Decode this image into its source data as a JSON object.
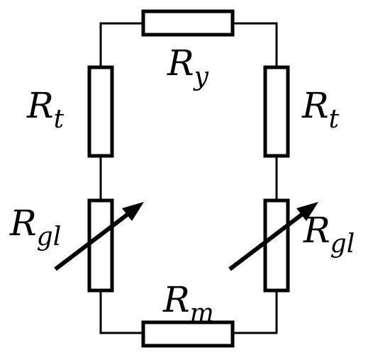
{
  "diagram": {
    "type": "resistor-bridge-circuit",
    "labels": {
      "top": {
        "main": "R",
        "sub": "y"
      },
      "left_upper": {
        "main": "R",
        "sub": "t"
      },
      "right_upper": {
        "main": "R",
        "sub": "t"
      },
      "left_lower": {
        "main": "R",
        "sub": "gl"
      },
      "right_lower": {
        "main": "R",
        "sub": "gl"
      },
      "bottom": {
        "main": "R",
        "sub": "m"
      }
    },
    "components": [
      {
        "id": "top",
        "kind": "fixed-resistor"
      },
      {
        "id": "left_upper",
        "kind": "fixed-resistor"
      },
      {
        "id": "right_upper",
        "kind": "fixed-resistor"
      },
      {
        "id": "left_lower",
        "kind": "variable-resistor"
      },
      {
        "id": "right_lower",
        "kind": "variable-resistor"
      },
      {
        "id": "bottom",
        "kind": "fixed-resistor"
      }
    ]
  }
}
